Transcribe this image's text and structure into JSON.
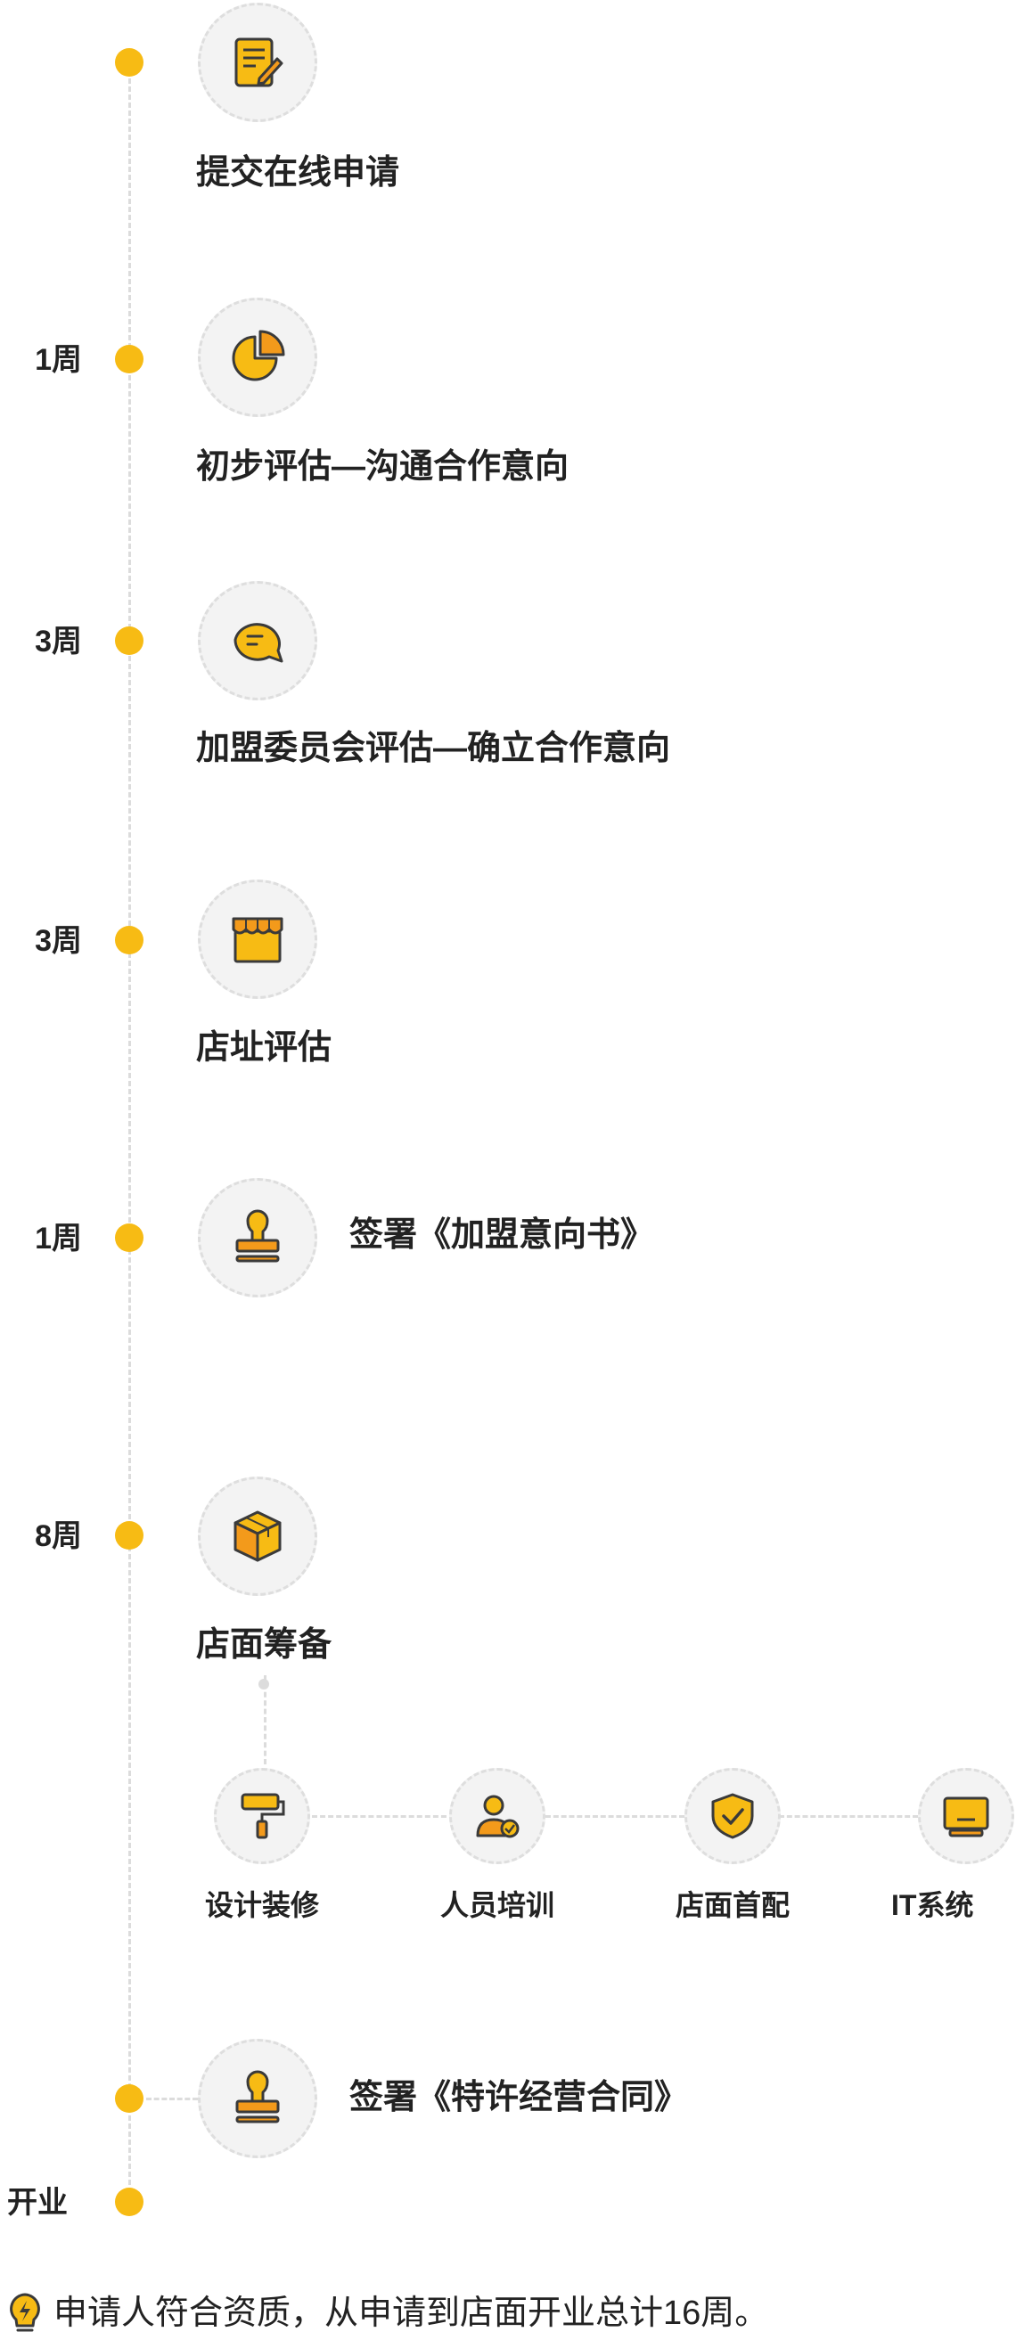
{
  "steps": [
    {
      "duration": "",
      "label": "提交在线申请",
      "icon": "form-edit-icon"
    },
    {
      "duration": "1周",
      "label": "初步评估—沟通合作意向",
      "icon": "pie-chart-icon"
    },
    {
      "duration": "3周",
      "label": "加盟委员会评估—确立合作意向",
      "icon": "chat-bubble-icon"
    },
    {
      "duration": "3周",
      "label": "店址评估",
      "icon": "storefront-icon"
    },
    {
      "duration": "1周",
      "label": "签署《加盟意向书》",
      "icon": "stamp-icon"
    },
    {
      "duration": "8周",
      "label": "店面筹备",
      "icon": "package-box-icon"
    },
    {
      "duration": "",
      "label": "签署《特许经营合同》",
      "icon": "stamp-icon"
    },
    {
      "duration": "开业",
      "label": ""
    }
  ],
  "substeps": [
    {
      "label": "设计装修",
      "icon": "paint-roller-icon"
    },
    {
      "label": "人员培训",
      "icon": "person-check-icon"
    },
    {
      "label": "店面首配",
      "icon": "shield-check-icon"
    },
    {
      "label": "IT系统",
      "icon": "monitor-icon"
    }
  ],
  "footer": {
    "text": "申请人符合资质，从申请到店面开业总计16周。",
    "icon": "lightbulb-icon"
  },
  "colors": {
    "accent": "#F7BB14",
    "accent_dark": "#F39A1B",
    "outline": "#3a3a3a",
    "dash": "#dcdcdc",
    "icon_bg": "#f3f3f3"
  }
}
